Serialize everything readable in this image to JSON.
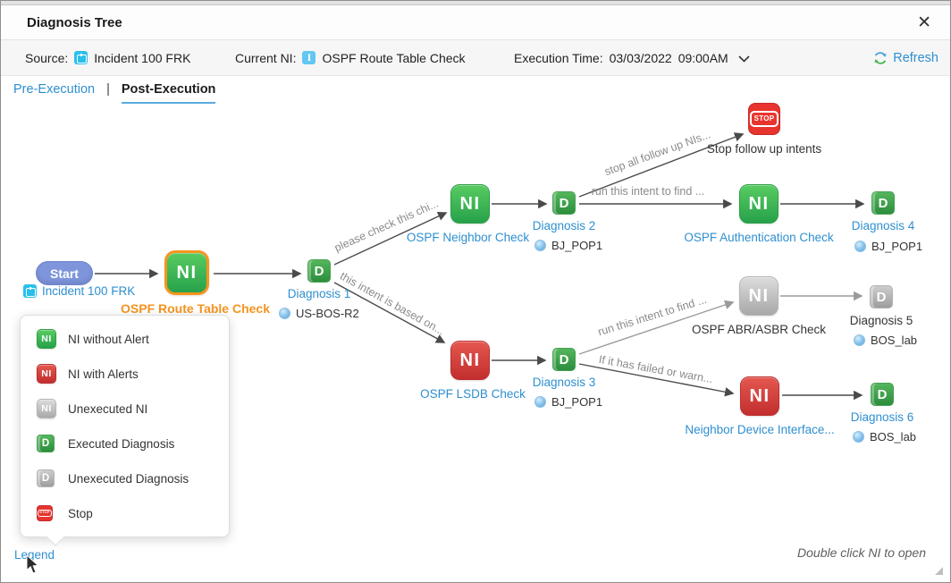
{
  "window": {
    "title": "Diagnosis Tree",
    "close_glyph": "✕"
  },
  "toolbar": {
    "source_label": "Source:",
    "source_value": "Incident 100 FRK",
    "current_ni_label": "Current NI:",
    "ni_icon_letter": "I",
    "current_ni_value": "OSPF Route Table Check",
    "execution_time_label": "Execution Time:",
    "execution_date": "03/03/2022",
    "execution_time": "09:00AM",
    "refresh_label": "Refresh"
  },
  "tabs": {
    "pre_label": "Pre-Execution",
    "separator": "|",
    "post_label": "Post-Execution"
  },
  "tree": {
    "start": {
      "label": "Start",
      "source": "Incident 100 FRK"
    },
    "nodes": {
      "root": {
        "icon": "NI",
        "name": "OSPF Route Table Check"
      },
      "neighbor": {
        "icon": "NI",
        "name": "OSPF Neighbor Check"
      },
      "auth": {
        "icon": "NI",
        "name": "OSPF Authentication Check"
      },
      "abr": {
        "icon": "NI",
        "name": "OSPF ABR/ASBR Check"
      },
      "lsdb": {
        "icon": "NI",
        "name": "OSPF LSDB Check"
      },
      "neighbor_device": {
        "icon": "NI",
        "name": "Neighbor Device Interface..."
      },
      "stop": {
        "icon": "STOP",
        "name": "Stop follow up intents"
      },
      "d1": {
        "icon": "D",
        "name": "Diagnosis 1",
        "device": "US-BOS-R2"
      },
      "d2": {
        "icon": "D",
        "name": "Diagnosis 2",
        "device": "BJ_POP1"
      },
      "d3": {
        "icon": "D",
        "name": "Diagnosis 3",
        "device": "BJ_POP1"
      },
      "d4": {
        "icon": "D",
        "name": "Diagnosis 4",
        "device": "BJ_POP1"
      },
      "d5": {
        "icon": "D",
        "name": "Diagnosis 5",
        "device": "BOS_lab"
      },
      "d6": {
        "icon": "D",
        "name": "Diagnosis 6",
        "device": "BOS_lab"
      }
    },
    "edge_labels": {
      "to_neighbor": "please check this chi...",
      "to_stop": "stop all follow up NIs...",
      "to_auth": "run this intent to find ...",
      "to_lsdb": "this intent is based on...",
      "to_abr": "run this intent to find ...",
      "to_neighbor_device": "If it has failed or warn..."
    }
  },
  "legend": {
    "link_label": "Legend",
    "items": [
      {
        "icon": "ni-green-icon",
        "icon_text": "NI",
        "label": "NI without Alert"
      },
      {
        "icon": "ni-red-icon",
        "icon_text": "NI",
        "label": "NI with Alerts"
      },
      {
        "icon": "ni-gray-icon",
        "icon_text": "NI",
        "label": "Unexecuted NI"
      },
      {
        "icon": "d-green-icon",
        "icon_text": "D",
        "label": "Executed Diagnosis"
      },
      {
        "icon": "d-gray-icon",
        "icon_text": "D",
        "label": "Unexecuted Diagnosis"
      },
      {
        "icon": "stop-icon",
        "icon_text": "STOP",
        "label": "Stop"
      }
    ]
  },
  "footer": {
    "hint": "Double click NI to open"
  },
  "colors": {
    "ni_green": "#3bb54a",
    "ni_red": "#d8363f",
    "ni_gray": "#bdbdbd",
    "current_ni_border": "#f5941f",
    "link_blue": "#2e8fd0",
    "stop_red": "#e8342e"
  }
}
